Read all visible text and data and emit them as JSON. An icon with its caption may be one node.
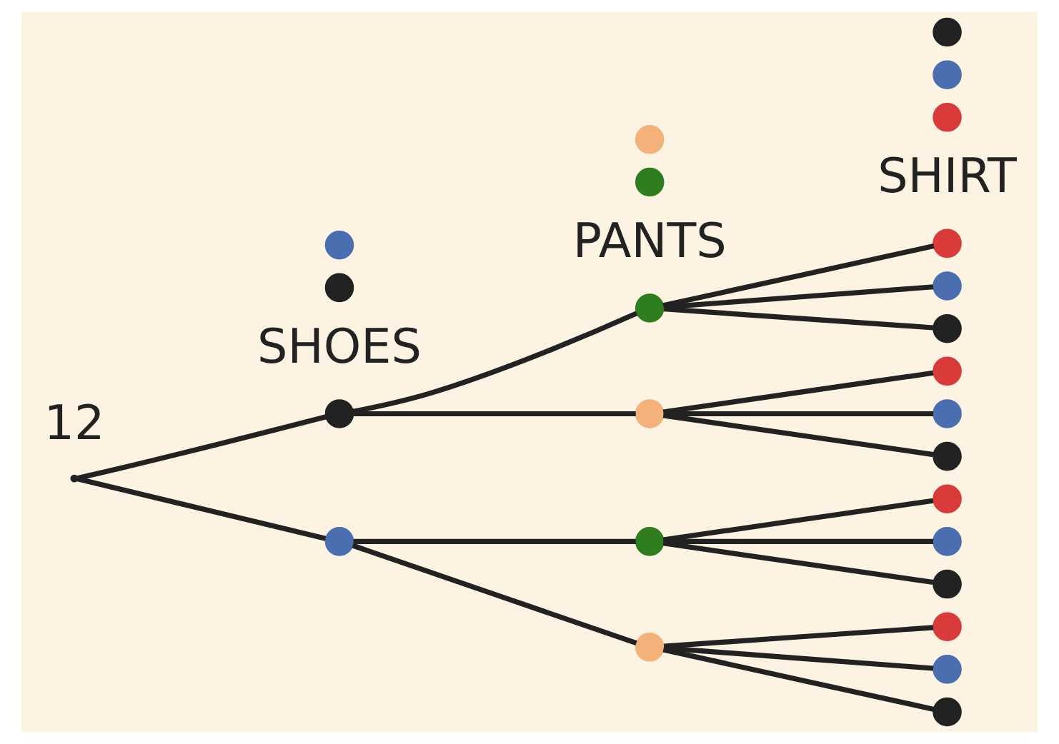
{
  "diagram": {
    "nodes": [
      {
        "text": [],
        "shape": "circle"
      },
      {
        "text": [],
        "shape": "circle"
      },
      {
        "text": [],
        "shape": "circle"
      },
      {
        "text": [],
        "shape": "circle"
      },
      {
        "text": [],
        "shape": "circle"
      },
      {
        "text": [],
        "shape": "circle"
      },
      {
        "text": [],
        "shape": "circle"
      },
      {
        "text": [],
        "shape": "point"
      },
      {
        "text": [],
        "shape": "circle"
      },
      {
        "text": [],
        "shape": "circle"
      },
      {
        "text": [],
        "shape": "circle"
      },
      {
        "text": [],
        "shape": "circle"
      },
      {
        "text": [],
        "shape": "circle"
      },
      {
        "text": [],
        "shape": "circle"
      },
      {
        "text": [],
        "shape": "circle"
      },
      {
        "text": [],
        "shape": "circle"
      },
      {
        "text": [],
        "shape": "circle"
      },
      {
        "text": [],
        "shape": "circle"
      },
      {
        "text": [],
        "shape": "circle"
      },
      {
        "text": [],
        "shape": "circle"
      },
      {
        "text": [],
        "shape": "circle"
      },
      {
        "text": [],
        "shape": "circle"
      },
      {
        "text": [],
        "shape": "circle"
      },
      {
        "text": [],
        "shape": "circle"
      },
      {
        "text": [],
        "shape": "circle"
      },
      {
        "text": [],
        "shape": "circle"
      }
    ],
    "edges": [
      {
        "from": 7,
        "to": 8,
        "arrow": "none"
      },
      {
        "from": 7,
        "to": 9,
        "arrow": "none"
      },
      {
        "from": 8,
        "to": 10,
        "arrow": "none"
      },
      {
        "from": 8,
        "to": 11,
        "arrow": "none"
      },
      {
        "from": 9,
        "to": 12,
        "arrow": "none"
      },
      {
        "from": 9,
        "to": 13,
        "arrow": "none"
      },
      {
        "from": 10,
        "to": 14,
        "arrow": "none"
      },
      {
        "from": 10,
        "to": 15,
        "arrow": "none"
      },
      {
        "from": 10,
        "to": 16,
        "arrow": "none"
      },
      {
        "from": 11,
        "to": 17,
        "arrow": "none"
      },
      {
        "from": 11,
        "to": 18,
        "arrow": "none"
      },
      {
        "from": 11,
        "to": 19,
        "arrow": "none"
      },
      {
        "from": 12,
        "to": 20,
        "arrow": "none"
      },
      {
        "from": 12,
        "to": 21,
        "arrow": "none"
      },
      {
        "from": 12,
        "to": 22,
        "arrow": "none"
      },
      {
        "from": 13,
        "to": 23,
        "arrow": "none"
      },
      {
        "from": 13,
        "to": 24,
        "arrow": "none"
      },
      {
        "from": 13,
        "to": 25,
        "arrow": "none"
      }
    ],
    "labels": [
      "SHOES",
      "PANTS",
      "SHIRT",
      "12"
    ]
  }
}
